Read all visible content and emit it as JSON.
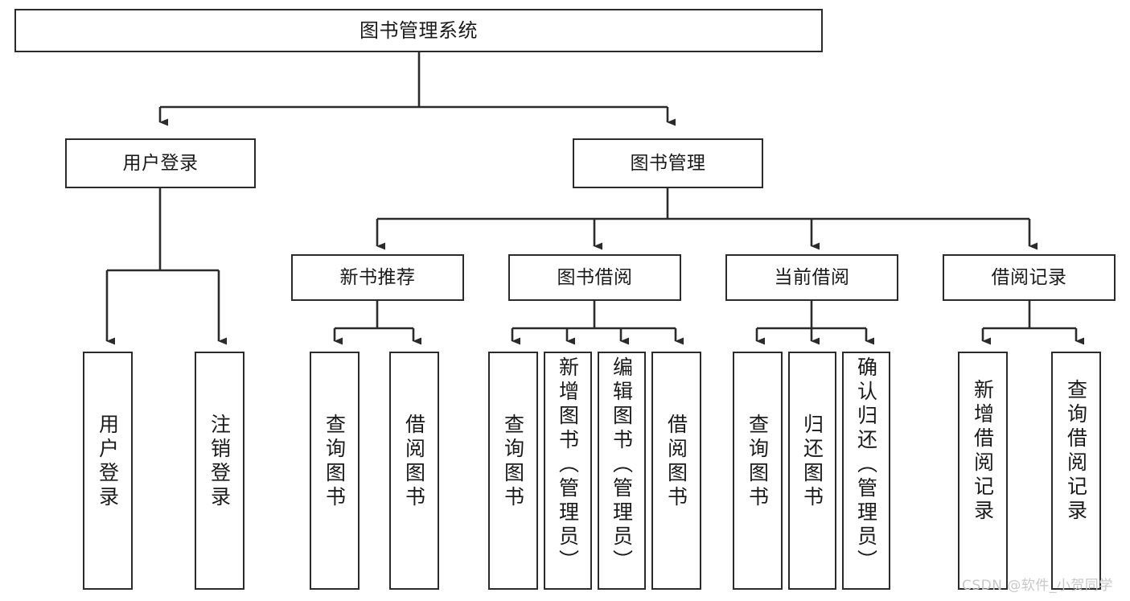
{
  "diagram": {
    "title": "图书管理系统",
    "type": "tree-hierarchy",
    "watermark": "CSDN @软件_小贺同学",
    "colors": {
      "stroke": "#2b2b2b",
      "fill": "#ffffff",
      "text": "#1a1a1a",
      "watermark": "#c8c8c8"
    },
    "nodes": {
      "root": {
        "label": "图书管理系统"
      },
      "level2": [
        {
          "id": "user-login",
          "label": "用户登录"
        },
        {
          "id": "book-management",
          "label": "图书管理"
        }
      ],
      "level3": [
        {
          "id": "new-book-recommend",
          "label": "新书推荐"
        },
        {
          "id": "book-borrow",
          "label": "图书借阅"
        },
        {
          "id": "current-borrow",
          "label": "当前借阅"
        },
        {
          "id": "borrow-record",
          "label": "借阅记录"
        }
      ],
      "leaves": [
        {
          "id": "leaf-user-login",
          "label": "用户登录",
          "parent": "user-login"
        },
        {
          "id": "leaf-logout",
          "label": "注销登录",
          "parent": "user-login"
        },
        {
          "id": "leaf-query-book-1",
          "label": "查询图书",
          "parent": "new-book-recommend"
        },
        {
          "id": "leaf-borrow-book-1",
          "label": "借阅图书",
          "parent": "new-book-recommend"
        },
        {
          "id": "leaf-query-book-2",
          "label": "查询图书",
          "parent": "book-borrow"
        },
        {
          "id": "leaf-add-book",
          "label": "新增图书（管理员）",
          "parent": "book-borrow"
        },
        {
          "id": "leaf-edit-book",
          "label": "编辑图书（管理员）",
          "parent": "book-borrow"
        },
        {
          "id": "leaf-borrow-book-2",
          "label": "借阅图书",
          "parent": "book-borrow"
        },
        {
          "id": "leaf-query-book-3",
          "label": "查询图书",
          "parent": "current-borrow"
        },
        {
          "id": "leaf-return-book",
          "label": "归还图书",
          "parent": "current-borrow"
        },
        {
          "id": "leaf-confirm-return",
          "label": "确认归还（管理员）",
          "parent": "current-borrow"
        },
        {
          "id": "leaf-add-record",
          "label": "新增借阅记录",
          "parent": "borrow-record"
        },
        {
          "id": "leaf-query-record",
          "label": "查询借阅记录",
          "parent": "borrow-record"
        }
      ]
    }
  }
}
